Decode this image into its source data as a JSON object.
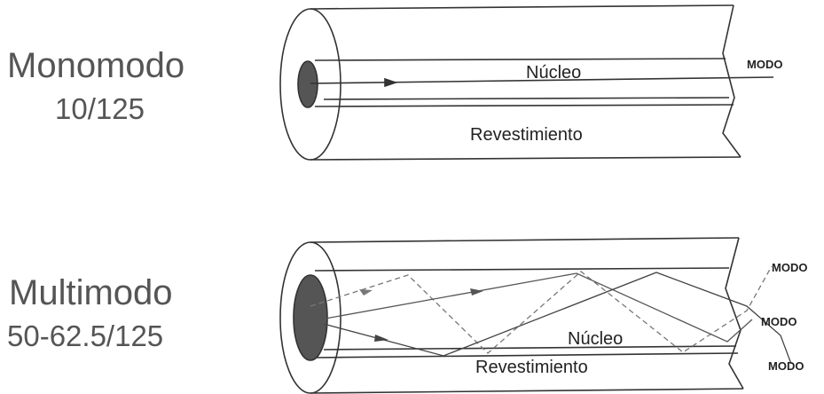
{
  "single_mode": {
    "title": "Monomodo",
    "spec": "10/125",
    "core_label": "Núcleo",
    "cladding_label": "Revestimiento",
    "mode_labels": [
      "MODO"
    ]
  },
  "multi_mode": {
    "title": "Multimodo",
    "spec": "50-62.5/125",
    "core_label": "Núcleo",
    "cladding_label": "Revestimiento",
    "mode_labels": [
      "MODO",
      "MODO",
      "MODO"
    ]
  },
  "colors": {
    "ink": "#333333",
    "core_fill": "#555555",
    "text": "#555555"
  }
}
